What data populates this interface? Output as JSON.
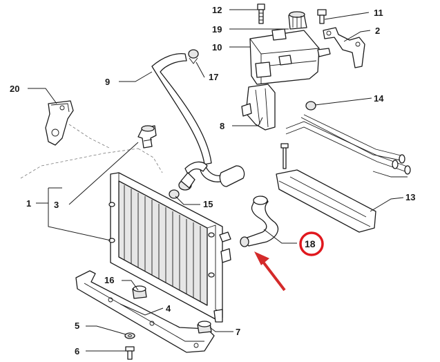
{
  "callouts": [
    {
      "id": "1",
      "label": "1"
    },
    {
      "id": "2",
      "label": "2"
    },
    {
      "id": "3",
      "label": "3"
    },
    {
      "id": "4",
      "label": "4"
    },
    {
      "id": "5",
      "label": "5"
    },
    {
      "id": "6",
      "label": "6"
    },
    {
      "id": "7",
      "label": "7"
    },
    {
      "id": "8",
      "label": "8"
    },
    {
      "id": "9",
      "label": "9"
    },
    {
      "id": "10",
      "label": "10"
    },
    {
      "id": "11",
      "label": "11"
    },
    {
      "id": "12",
      "label": "12"
    },
    {
      "id": "13",
      "label": "13"
    },
    {
      "id": "14",
      "label": "14"
    },
    {
      "id": "15",
      "label": "15"
    },
    {
      "id": "16",
      "label": "16"
    },
    {
      "id": "17",
      "label": "17"
    },
    {
      "id": "18",
      "label": "18"
    },
    {
      "id": "19",
      "label": "19"
    },
    {
      "id": "20",
      "label": "20"
    }
  ],
  "highlight": {
    "callout": "18",
    "color": "#e0181e",
    "arrow_color": "#d42a2a"
  }
}
